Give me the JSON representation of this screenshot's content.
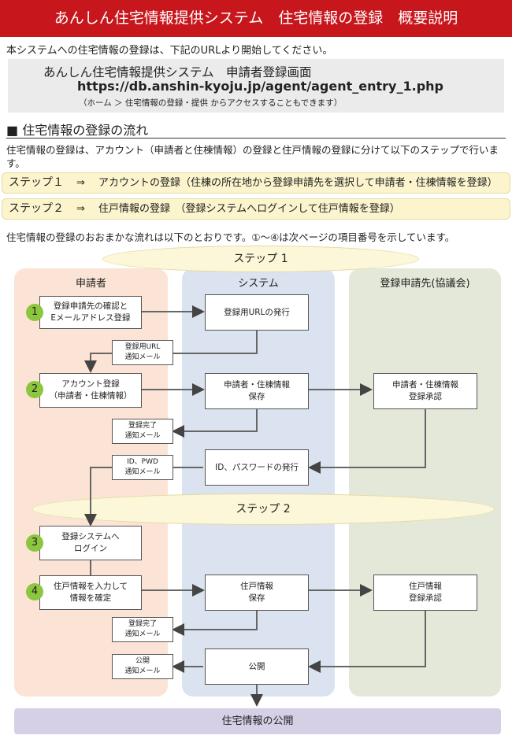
{
  "header": {
    "title": "あんしん住宅情報提供システム　住宅情報の登録　概要説明"
  },
  "intro": "本システムへの住宅情報の登録は、下記のURLより開始してください。",
  "url_box": {
    "title": "あんしん住宅情報提供システム　申請者登録画面",
    "url": "https://db.anshin-kyoju.jp/agent/agent_entry_1.php",
    "note": "（ホーム ＞ 住宅情報の登録・提供 からアクセスすることもできます）"
  },
  "section": {
    "heading": "■ 住宅情報の登録の流れ",
    "description": "住宅情報の登録は、アカウント（申請者と住棟情報）の登録と住戸情報の登録に分けて以下のステップで行います。"
  },
  "steps": [
    {
      "label": "ステップ１",
      "arrow": "⇒",
      "text": "アカウントの登録（住棟の所在地から登録申請先を選択して申請者・住棟情報を登録）"
    },
    {
      "label": "ステップ２",
      "arrow": "⇒",
      "text": "住戸情報の登録　（登録システムへログインして住戸情報を登録）"
    }
  ],
  "flow_note": "住宅情報の登録のおおまかな流れは以下のとおりです。①〜④は次ページの項目番号を示しています。",
  "diagram": {
    "lanes": [
      "申請者",
      "システム",
      "登録申請先(協議会)"
    ],
    "lane_colors": [
      "#fbe4d6",
      "#dae3ef",
      "#e4e8d9"
    ],
    "step1": "ステップ 1",
    "step2": "ステップ 2",
    "nums": [
      "1",
      "2",
      "3",
      "4"
    ],
    "applicant_boxes": [
      "登録申請先の確認と\nEメールアドレス登録",
      "アカウント登録\n（申請者・住棟情報）",
      "登録システムへ\nログイン",
      "住戸情報を入力して\n情報を確定"
    ],
    "system_boxes": [
      "登録用URLの発行",
      "申請者・住棟情報\n保存",
      "ID、パスワードの発行",
      "住戸情報\n保存",
      "公開"
    ],
    "council_boxes": [
      "申請者・住棟情報\n登録承認",
      "住戸情報\n登録承認"
    ],
    "notices": [
      "登録用URL\n通知メール",
      "登録完了\n通知メール",
      "ID、PWD\n通知メール",
      "登録完了\n通知メール",
      "公開\n通知メール"
    ],
    "final": "住宅情報の公開"
  }
}
